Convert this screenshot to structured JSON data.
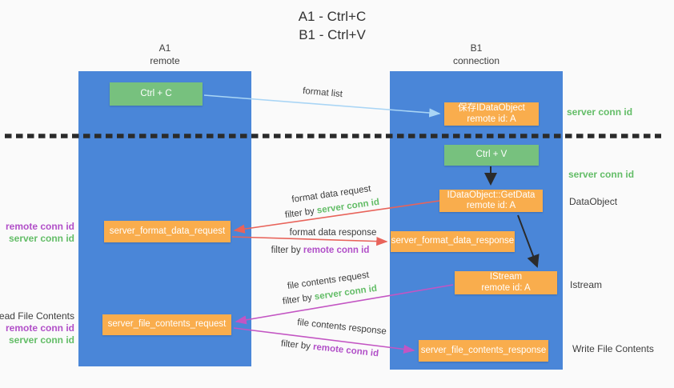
{
  "title": {
    "line1": "A1 - Ctrl+C",
    "line2": "B1 - Ctrl+V"
  },
  "lanes": {
    "a": {
      "header_line1": "A1",
      "header_line2": "remote"
    },
    "b": {
      "header_line1": "B1",
      "header_line2": "connection"
    }
  },
  "boxes": {
    "ctrl_c": {
      "label": "Ctrl + C"
    },
    "save_idataobject": {
      "line1": "保存IDataObject",
      "line2": "remote id: A"
    },
    "ctrl_v": {
      "label": "Ctrl + V"
    },
    "getdata": {
      "line1": "IDataObject::GetData",
      "line2": "remote id: A"
    },
    "server_format_data_request": {
      "label": "server_format_data_request"
    },
    "server_format_data_response": {
      "label": "server_format_data_response"
    },
    "istream": {
      "line1": "IStream",
      "line2": "remote id: A"
    },
    "server_file_contents_request": {
      "label": "server_file_contents_request"
    },
    "server_file_contents_response": {
      "label": "server_file_contents_response"
    }
  },
  "flow_labels": {
    "format_list": "format list",
    "format_data_request": "format data request",
    "format_data_response": "format data response",
    "file_contents_request": "file contents request",
    "file_contents_response": "file contents response",
    "filter_by": "filter by",
    "server_conn_id": "server conn id",
    "remote_conn_id": "remote conn id"
  },
  "side_labels": {
    "remote_conn_id": "remote conn id",
    "server_conn_id": "server conn id",
    "read_file_contents": "Read File Contents",
    "write_file_contents": "Write File Contents",
    "dataobject": "DataObject",
    "istream": "Istream"
  },
  "colors": {
    "canvas-bg": "#fafafa",
    "column-blue": "#4a86d8",
    "box-green": "#77c17e",
    "box-orange": "#f9ad4d",
    "arrow-lightblue": "#a9d5f5",
    "arrow-red": "#e8635a",
    "arrow-magenta": "#c355c3",
    "arrow-black": "#2b2b2b",
    "text-green": "#63bd67",
    "text-purple": "#b14fc8",
    "text-dark": "#3c3c3c"
  }
}
